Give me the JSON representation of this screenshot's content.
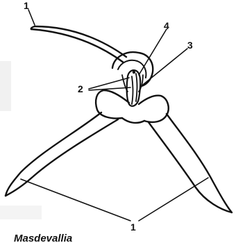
{
  "figure": {
    "caption": "Masdevallia",
    "labels": [
      {
        "key": "dorsal-sepal",
        "text": "1"
      },
      {
        "key": "petals",
        "text": "2"
      },
      {
        "key": "column",
        "text": "3"
      },
      {
        "key": "lip",
        "text": "4"
      },
      {
        "key": "lateral-sepals",
        "text": "1"
      }
    ]
  },
  "colors": {
    "ink": "#111111",
    "background": "#ffffff"
  }
}
